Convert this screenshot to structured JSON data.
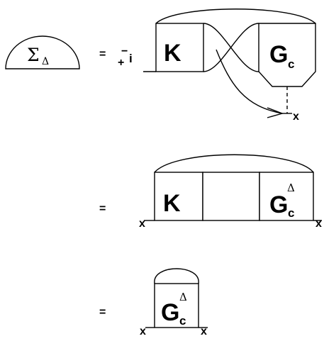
{
  "diagram": {
    "lhs": {
      "sigma": "Σ",
      "subscript": "Δ"
    },
    "eq1": {
      "equals": "=",
      "prefactor_sign_top": "−",
      "prefactor_sign_bottom": "+",
      "prefactor_i": "i",
      "box_left": "K",
      "box_right_main": "G",
      "box_right_sub": "c",
      "endpoint": "x"
    },
    "eq2": {
      "equals": "=",
      "box_left": "K",
      "box_right_main": "G",
      "box_right_sub": "c",
      "box_right_sup": "Δ",
      "endpoint_left": "x",
      "endpoint_right": "x"
    },
    "eq3": {
      "equals": "=",
      "box_main": "G",
      "box_sub": "c",
      "box_sup": "Δ",
      "endpoint_left": "x",
      "endpoint_right": "x"
    }
  }
}
